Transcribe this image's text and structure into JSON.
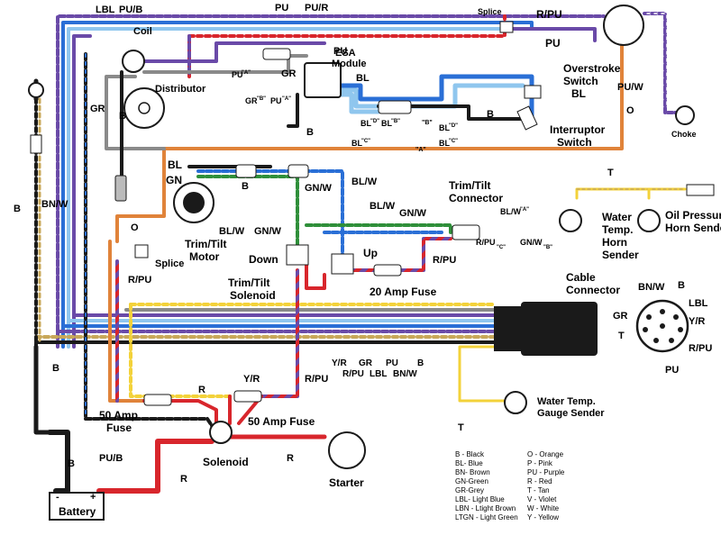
{
  "components": {
    "coil": "Coil",
    "distributor": "Distributor",
    "esa_module": "ESA",
    "esa_module_2": "Module",
    "overstroke_1": "Overstroke",
    "overstroke_2": "Switch",
    "interrupter_1": "Interruptor",
    "interrupter_2": "Switch",
    "splice_top": "Splice",
    "splice_mid": "Splice",
    "choke": "Choke",
    "trim_motor_1": "Trim/Tilt",
    "trim_motor_2": "Motor",
    "trim_connector_1": "Trim/Tilt",
    "trim_connector_2": "Connector",
    "trim_solenoid_1": "Trim/Tilt",
    "trim_solenoid_2": "Solenoid",
    "down": "Down",
    "up": "Up",
    "fuse20": "20 Amp Fuse",
    "fuse50a_1": "50 Amp",
    "fuse50a_2": "Fuse",
    "fuse50b": "50 Amp Fuse",
    "solenoid": "Solenoid",
    "starter": "Starter",
    "battery": "Battery",
    "battery_minus": "-",
    "battery_plus": "+",
    "cable_conn_1": "Cable",
    "cable_conn_2": "Connector",
    "horn_sender_1": "Water",
    "horn_sender_2": "Temp.",
    "horn_sender_3": "Horn",
    "horn_sender_4": "Sender",
    "oil_sender_1": "Oil Pressure",
    "oil_sender_2": "Horn Sender",
    "gauge_sender_1": "Water Temp.",
    "gauge_sender_2": "Gauge Sender"
  },
  "wire_labels": {
    "lbl": "LBL",
    "pub_top": "PU/B",
    "pu_top": "PU",
    "pur_top": "PU/R",
    "rpu_top": "R/PU",
    "pu_right": "PU",
    "puw": "PU/W",
    "pu_esa": "PU",
    "gr_esa": "GR",
    "gr_coil": "GR",
    "b_coil": "B",
    "bl_esa": "BL",
    "bl_over": "BL",
    "b_over": "B",
    "b_esa": "B",
    "o_right": "O",
    "t_right": "T",
    "bl_trim": "BL",
    "gn_trim": "GN",
    "b_trim": "B",
    "blw_trim": "BL/W",
    "gnw_trim": "GN/W",
    "gnw_mid": "GN/W",
    "blw_mid": "BL/W",
    "blw_conn": "BL/W",
    "gnw_conn": "GN/W",
    "o_left": "O",
    "b_left": "B",
    "bnw_left": "BN/W",
    "rpu_left": "R/PU",
    "rpu_sol": "R/PU",
    "b_bottom": "B",
    "yr": "Y/R",
    "r_fuse": "R",
    "rpu_bottom": "R/PU",
    "pub_bottom": "PU/B",
    "b_batt": "B",
    "r_batt": "R",
    "r_starter": "R",
    "t_gauge": "T",
    "yr_c": "Y/R",
    "rpu_c": "R/PU",
    "gr_c": "GR",
    "lbl_c": "LBL",
    "pu_c": "PU",
    "bnw_c": "BN/W",
    "b_c": "B"
  },
  "pin_labels": {
    "pu_a": "PU",
    "pu_a_sup": "\"A\"",
    "gr_b": "GR",
    "gr_b_sup": "\"B\"",
    "pu_a2": "PU",
    "pu_a2_sup": "\"A\"",
    "bl_d": "BL",
    "bl_d_sup": "\"D\"",
    "bl_b": "BL",
    "bl_b_sup": "\"B\"",
    "bl_c": "BL",
    "bl_c_sup": "\"C\"",
    "b_b": "\"B\"",
    "bl_d2": "BL",
    "bl_d2_sup": "\"D\"",
    "b_a": "\"A\"",
    "bl_c2": "BL",
    "bl_c2_sup": "\"C\"",
    "blw_a": "BL/W",
    "blw_a_sup": "\"A\"",
    "rpu_cc": "R/PU",
    "rpu_cc_sup": "\"C\"",
    "gnw_b": "GN/W",
    "gnw_b_sup": "\"B\""
  },
  "connector_pins": {
    "b": "B",
    "bnw": "BN/W",
    "lbl": "LBL",
    "gr": "GR",
    "yr": "Y/R",
    "t": "T",
    "rpu": "R/PU",
    "pu": "PU"
  },
  "legend": {
    "left": [
      "B - Black",
      "BL- Blue",
      "BN- Brown",
      "GN-Green",
      "GR-Grey",
      "LBL- Light Blue",
      "LBN - Ltight Brown",
      "LTGN - Light Green"
    ],
    "right": [
      "O - Orange",
      "P - Pink",
      "PU - Purple",
      "R - Red",
      "T - Tan",
      "V - Violet",
      "W - White",
      "Y - Yellow"
    ]
  },
  "colors": {
    "black": "#1a1a1a",
    "blue": "#2a6fd6",
    "light_blue": "#8fc6ee",
    "purple": "#6a4aa8",
    "red": "#d8262c",
    "orange": "#e0833a",
    "grey": "#8a8a8a",
    "green": "#2f8f3a",
    "yellow": "#f3d23a",
    "tan": "#c8a85a",
    "white": "#ffffff",
    "brown": "#8a5a2a"
  }
}
